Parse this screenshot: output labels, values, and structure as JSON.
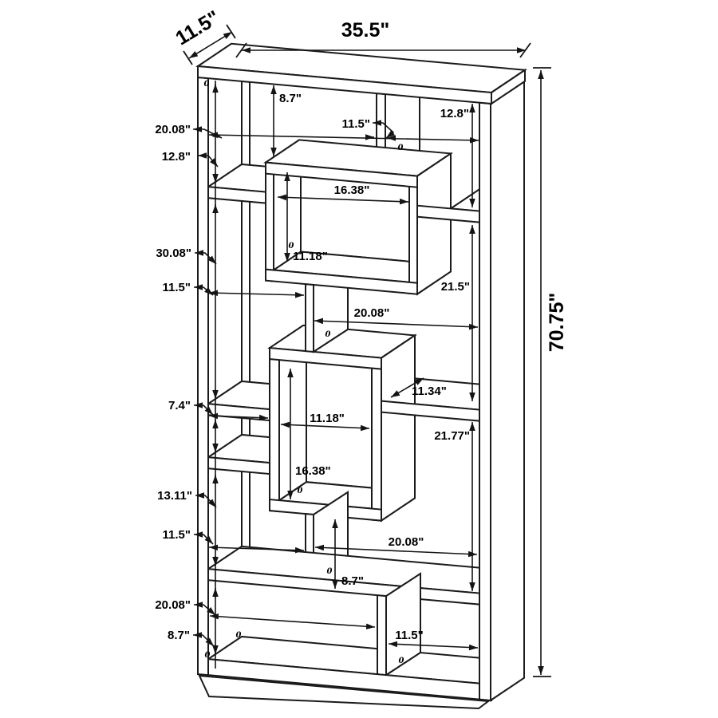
{
  "diagram": {
    "type": "furniture-dimension-drawing",
    "subject": "geometric cube bookcase",
    "view": "front oblique projection",
    "background_color": "#ffffff",
    "line_color": "#1b1b1b"
  },
  "overall": {
    "width": "35.5\"",
    "depth": "11.5\"",
    "height": "70.75\""
  },
  "dims": {
    "width": "35.5\"",
    "depth": "11.5\"",
    "height": "70.75\"",
    "top_opening_height": "8.7\"",
    "top_right_opening_width": "11.5\"",
    "top_right_opening_height": "12.8\"",
    "top_left_opening_width": "20.08\"",
    "left_cell_height_a": "12.8\"",
    "box1_opening_width": "16.38\"",
    "box1_opening_height": "11.18\"",
    "left_span_b": "30.08\"",
    "mid_left_opening_width": "11.5\"",
    "right_cell_height_a": "21.5\"",
    "mid_right_opening_width": "20.08\"",
    "shelf_depth": "11.34\"",
    "left_small_opening_width": "7.4\"",
    "box2_opening_width": "11.18\"",
    "right_cell_height_b": "21.77\"",
    "box2_opening_height": "16.38\"",
    "left_cell_height_c": "13.11\"",
    "lower_left_opening_width": "11.5\"",
    "lower_right_opening_width": "20.08\"",
    "lower_divider_height": "8.7\"",
    "bottom_left_opening_width": "20.08\"",
    "bottom_left_opening_height": "8.7\"",
    "bottom_right_opening_width": "11.5\"",
    "zero_mark": "0"
  }
}
